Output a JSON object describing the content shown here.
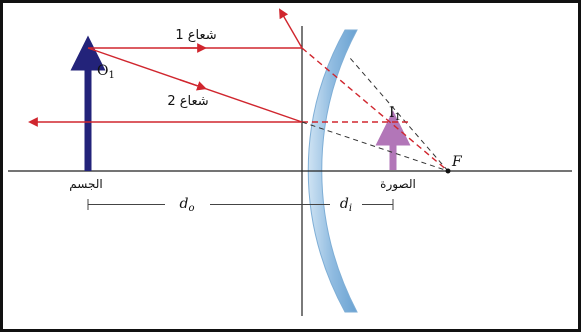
{
  "labels": {
    "ray1": "شعاع 1",
    "ray2": "شعاع 2",
    "object_point": "O",
    "object_point_sub": "1",
    "image_point": "I",
    "image_point_sub": "1",
    "focal_point": "F",
    "object": "الجسم",
    "image": "الصورة",
    "object_distance": "d",
    "object_distance_sub": "o",
    "image_distance": "d",
    "image_distance_sub": "i"
  },
  "colors": {
    "ray": "#d0262e",
    "object_arrow": "#23237a",
    "image_arrow": "#b276b8",
    "mirror": "#9cc4e4",
    "axis": "#222222",
    "construction": "#333333"
  }
}
